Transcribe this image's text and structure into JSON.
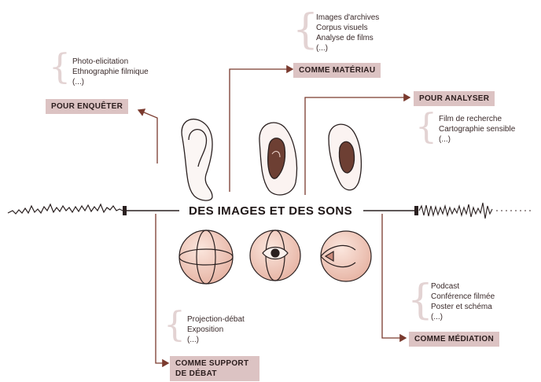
{
  "center_title": "DES IMAGES ET DES SONS",
  "branches": {
    "enqueter": {
      "label": "POUR ENQUÊTER",
      "items": [
        "Photo-elicitation",
        "Ethnographie filmique",
        "(...)"
      ]
    },
    "materiau": {
      "label": "COMME MATÉRIAU",
      "items": [
        "Images d'archives",
        "Corpus visuels",
        "Analyse de films",
        "(...)"
      ]
    },
    "analyser": {
      "label": "POUR ANALYSER",
      "items": [
        "Film de recherche",
        "Cartographie sensible",
        "(...)"
      ]
    },
    "debat": {
      "label": "COMME SUPPORT DE DÉBAT",
      "items": [
        "Projection-débat",
        "Exposition",
        "(...)"
      ]
    },
    "mediation": {
      "label": "COMME MÉDIATION",
      "items": [
        "Podcast",
        "Conférence filmée",
        "Poster et schéma",
        "(...)"
      ]
    }
  },
  "colors": {
    "label_bg": "#dcc3c3",
    "arrow": "#7a3a2e",
    "ink": "#2a2020",
    "brace": "#e3d3d3"
  },
  "icons": [
    "ear-icon",
    "ear-icon",
    "ear-icon",
    "eye-sphere-icon",
    "eye-sphere-icon",
    "eye-sphere-icon",
    "sound-wave-icon"
  ]
}
